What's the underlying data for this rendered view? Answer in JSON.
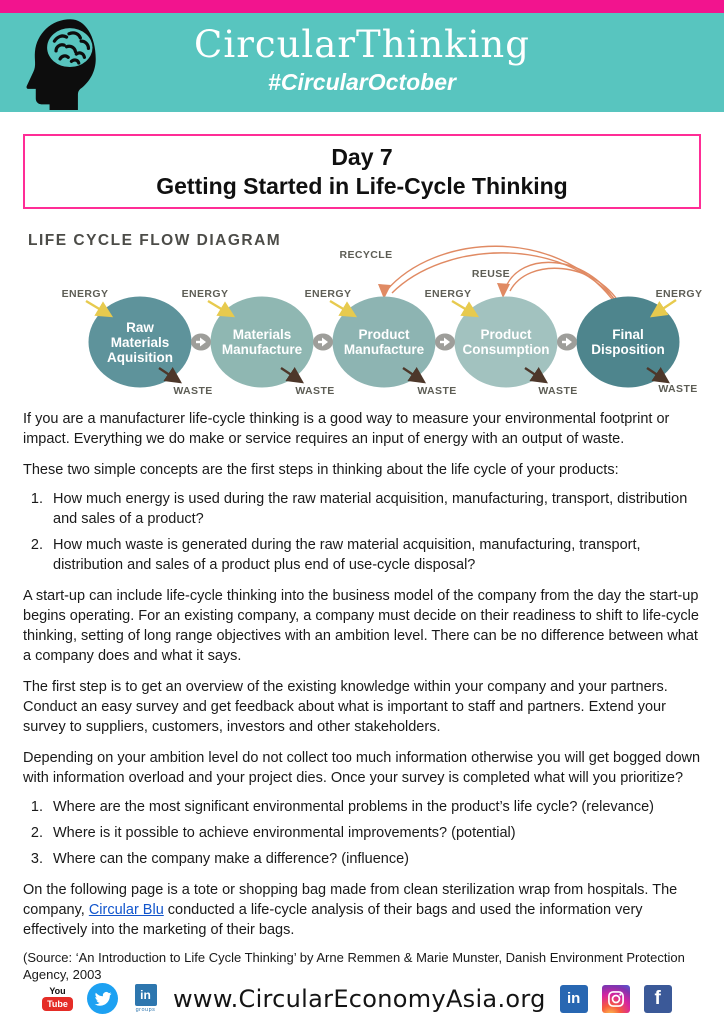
{
  "header": {
    "top_bar_color": "#f2148e",
    "bg_color": "#58c5bf",
    "title": "CircularThinking",
    "hashtag": "#CircularOctober"
  },
  "day_box": {
    "line1": "Day 7",
    "line2": "Getting Started in Life-Cycle Thinking",
    "border_color": "#ff2d96"
  },
  "diagram": {
    "title": "LIFE CYCLE FLOW DIAGRAM",
    "energy_label": "ENERGY",
    "waste_label": "WASTE",
    "recycle_label": "RECYCLE",
    "reuse_label": "REUSE",
    "energy_arrow_color": "#e7ca4e",
    "waste_arrow_color": "#4d372a",
    "loop_arrow_color": "#e08a63",
    "stages": [
      {
        "name": "raw-materials-aquisition",
        "lines": [
          "Raw",
          "Materials",
          "Aquisition"
        ],
        "color": "#5e939b"
      },
      {
        "name": "materials-manufacture",
        "lines": [
          "Materials",
          "Manufacture"
        ],
        "color": "#8fb7b2"
      },
      {
        "name": "product-manufacture",
        "lines": [
          "Product",
          "Manufacture"
        ],
        "color": "#8db4b2"
      },
      {
        "name": "product-consumption",
        "lines": [
          "Product",
          "Consumption"
        ],
        "color": "#a2c2bf"
      },
      {
        "name": "final-disposition",
        "lines": [
          "Final",
          "Disposition"
        ],
        "color": "#4e858d"
      }
    ]
  },
  "body": {
    "p1": "If you are a manufacturer life-cycle thinking is a good way to measure your environmental footprint or impact. Everything we do make or service requires an input of energy with an output of waste.",
    "p2": "These two simple concepts are the first steps in thinking about the life cycle of your products:",
    "list1": [
      "How much energy is used during the raw material acquisition, manufacturing, transport, distribution and sales of a product?",
      "How much waste is generated during the raw material acquisition, manufacturing, transport, distribution and sales of a product plus end of use-cycle disposal?"
    ],
    "p3": "A start-up can include life-cycle thinking into the business model of the company from the day the start-up begins operating. For an existing company, a company must decide on their readiness to shift to life-cycle thinking, setting of long range objectives with an ambition level. There can be no difference between what a company does and what it says.",
    "p4": "The first step is to get an overview of the existing knowledge within your company and your partners. Conduct an easy survey and get feedback about what is important to staff and partners. Extend your survey to suppliers, customers, investors and other stakeholders.",
    "p5": "Depending on your ambition level do not collect too much information otherwise you will get bogged down with information overload and your project dies. Once your survey is completed what will you prioritize?",
    "list2": [
      "Where are the most significant environmental problems in the product’s life cycle? (relevance)",
      "Where is it possible to achieve environmental improvements? (potential)",
      "Where can the company make a difference? (influence)"
    ],
    "p6_before": "On the following page is a tote or shopping bag made from clean sterilization wrap from hospitals. The company, ",
    "p6_link": "Circular Blu",
    "p6_after": " conducted a life-cycle analysis of their bags and used the information very effectively into the marketing of their bags.",
    "link_color": "#1155cc",
    "source": "(Source: ‘An Introduction to Life Cycle Thinking’ by Arne Remmen & Marie Munster, Danish Environment Protection Agency, 2003"
  },
  "footer": {
    "website": "www.CircularEconomyAsia.org",
    "youtube": {
      "top": "You",
      "bottom": "Tube",
      "color": "#e52d27"
    },
    "twitter_color": "#1da1f2",
    "linkedin_groups": {
      "label": "in",
      "sub": "groups",
      "color": "#2d76ae"
    },
    "linkedin": {
      "label": "in",
      "color": "#2867b2"
    },
    "instagram_colors": [
      "#fdcb52",
      "#d6249f",
      "#515bd4"
    ],
    "facebook": {
      "label": "f",
      "color": "#3b5998"
    }
  }
}
